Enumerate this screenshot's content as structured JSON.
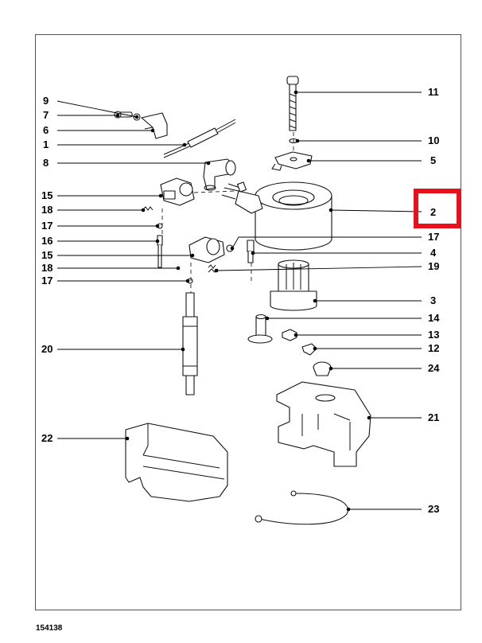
{
  "document_number": "154138",
  "highlighted_callout": "2",
  "highlight_color": "#e8101a",
  "left_callouts": [
    "9",
    "7",
    "6",
    "1",
    "8",
    "15",
    "18",
    "17",
    "16",
    "15",
    "18",
    "17",
    "20",
    "22"
  ],
  "right_callouts": [
    "11",
    "10",
    "5",
    "2",
    "17",
    "4",
    "19",
    "3",
    "14",
    "13",
    "12",
    "24",
    "21",
    "23"
  ]
}
